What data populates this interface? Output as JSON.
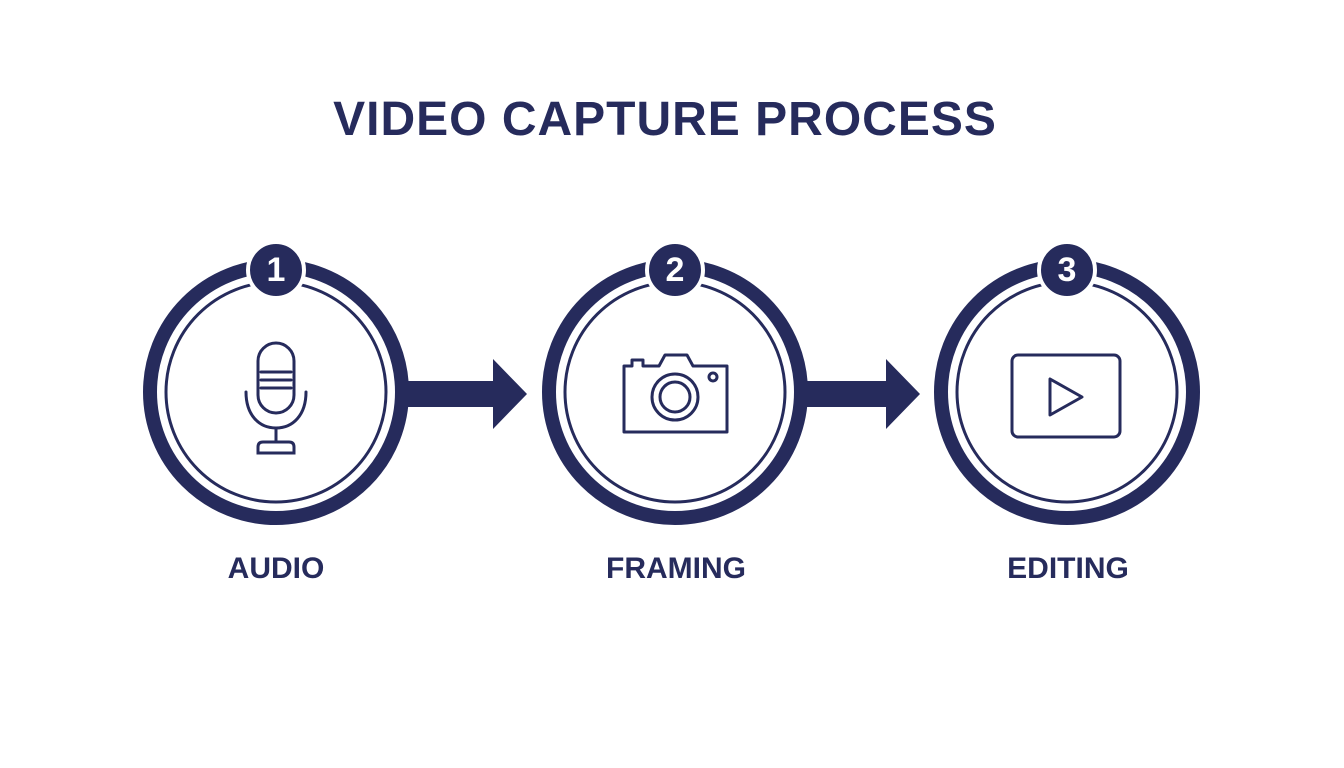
{
  "title": "VIDEO CAPTURE PROCESS",
  "steps": [
    {
      "number": "1",
      "label": "AUDIO",
      "icon": "microphone-icon"
    },
    {
      "number": "2",
      "label": "FRAMING",
      "icon": "camera-icon"
    },
    {
      "number": "3",
      "label": "EDITING",
      "icon": "video-play-icon"
    }
  ],
  "colors": {
    "primary": "#262b5c",
    "background": "#ffffff"
  }
}
